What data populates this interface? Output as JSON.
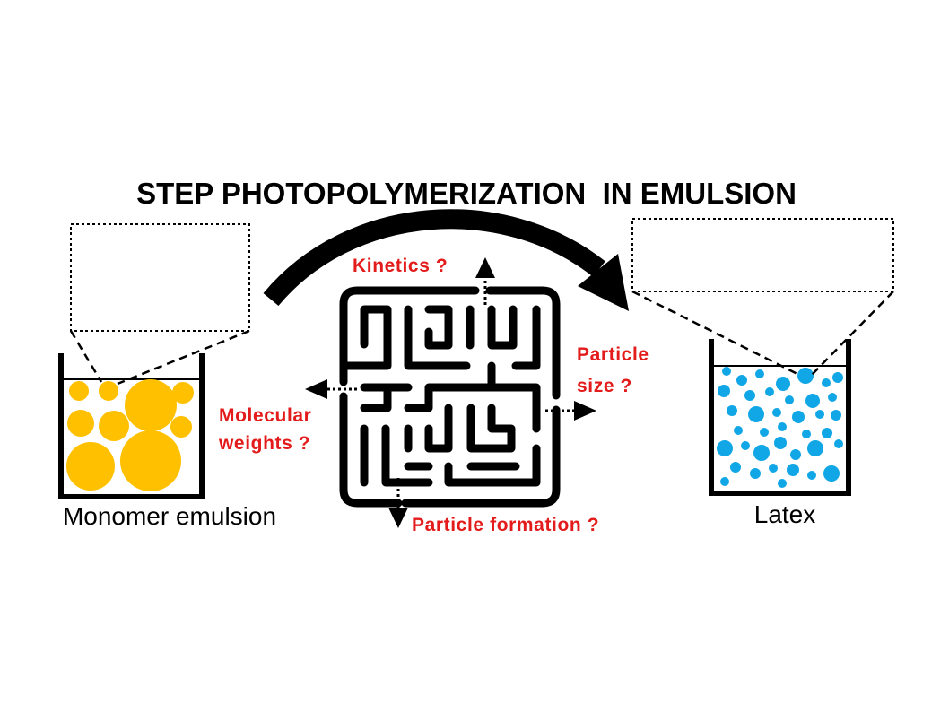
{
  "title": "STEP PHOTOPOLYMERIZATION  IN EMULSION",
  "questions": {
    "kinetics": "Kinetics ?",
    "particle_size_line1": "Particle",
    "particle_size_line2": "size ?",
    "molecular_weights_line1": "Molecular",
    "molecular_weights_line2": "weights ?",
    "particle_formation": "Particle formation ?"
  },
  "captions": {
    "left": "Monomer emulsion",
    "right": "Latex"
  },
  "colors": {
    "question_text": "#e31b1b",
    "monomer_droplets": "#ffc000",
    "latex_particles": "#11a7e6",
    "outline": "#000000"
  },
  "icons": {
    "process_arrow": "curved-arrow-icon",
    "maze": "maze-icon",
    "question_arrows": "arrow-icon"
  }
}
